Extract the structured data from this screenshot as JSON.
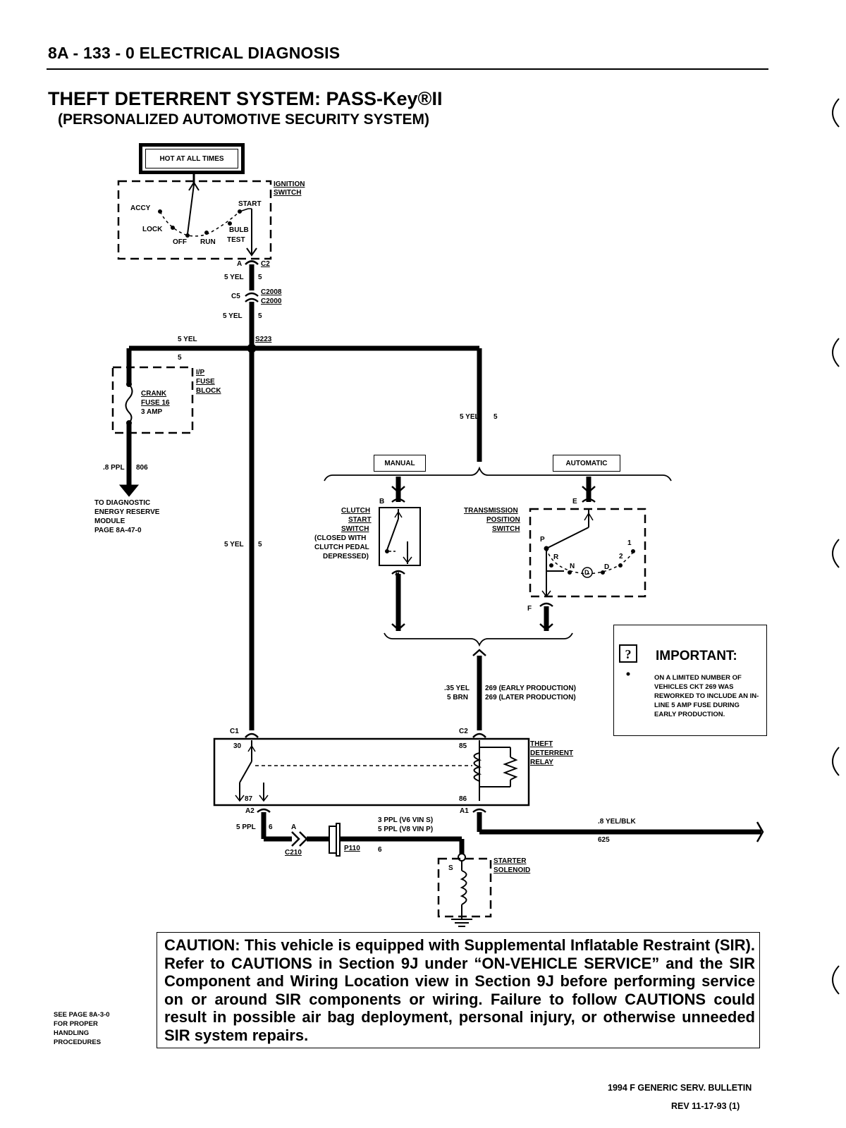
{
  "header": {
    "title": "8A - 133 - 0  ELECTRICAL DIAGNOSIS"
  },
  "diagram_title": {
    "title": "THEFT DETERRENT SYSTEM:  PASS-Key®II",
    "subtitle": "(PERSONALIZED AUTOMOTIVE SECURITY SYSTEM)"
  },
  "labels": {
    "hot_at_all_times": "HOT AT ALL TIMES",
    "ignition_switch_1": "IGNITION",
    "ignition_switch_2": "SWITCH",
    "accy": "ACCY",
    "lock": "LOCK",
    "off": "OFF",
    "run": "RUN",
    "start": "START",
    "bulb": "BULB",
    "test": "TEST",
    "conn_a": "A",
    "conn_c2": "C2",
    "wire_5yel_1": "5 YEL",
    "ckt_5_1": "5",
    "conn_c5": "C5",
    "c2008": "C2008",
    "c2000": "C2000",
    "wire_5yel_2": "5 YEL",
    "ckt_5_2": "5",
    "wire_5yel_3": "5 YEL",
    "s223": "S223",
    "ckt_5_3": "5",
    "ip_1": "I/P",
    "ip_2": "FUSE",
    "ip_3": "BLOCK",
    "crank": "CRANK",
    "fuse16": "FUSE 16",
    "amp3": "3 AMP",
    "wire_8ppl": ".8 PPL",
    "ckt_806": "806",
    "to_diag_1": "TO DIAGNOSTIC",
    "to_diag_2": "ENERGY RESERVE",
    "to_diag_3": "MODULE",
    "to_diag_4": "PAGE 8A-47-0",
    "wire_5yel_4": "5 YEL",
    "ckt_5_4": "5",
    "wire_5yel_5": "5 YEL",
    "ckt_5_5": "5",
    "manual": "MANUAL",
    "automatic": "AUTOMATIC",
    "conn_b": "B",
    "clutch_1": "CLUTCH",
    "clutch_2": "START",
    "clutch_3": "SWITCH",
    "clutch_4": "(CLOSED WITH",
    "clutch_5": "CLUTCH PEDAL",
    "clutch_6": "DEPRESSED)",
    "conn_a2": "A",
    "trans_1": "TRANSMISSION",
    "trans_2": "POSITION",
    "trans_3": "SWITCH",
    "conn_e": "E",
    "conn_f": "F",
    "gear_p": "P",
    "gear_r": "R",
    "gear_n": "N",
    "gear_d": "D",
    "gear_d2": "D",
    "gear_2": "2",
    "gear_1": "1",
    "wire_35yel": ".35 YEL",
    "wire_5brn": "5 BRN",
    "ckt_269_early": "269 (EARLY PRODUCTION)",
    "ckt_269_later": "269 (LATER PRODUCTION)",
    "conn_c1": "C1",
    "conn_c2b": "C2",
    "pin_30": "30",
    "pin_85": "85",
    "pin_87": "87",
    "pin_86": "86",
    "relay_1": "THEFT",
    "relay_2": "DETERRENT",
    "relay_3": "RELAY",
    "conn_a2b": "A2",
    "conn_a1": "A1",
    "wire_5ppl": "5 PPL",
    "ckt_6": "6",
    "conn_a3": "A",
    "c210": "C210",
    "p110": "P110",
    "wire_3ppl": "3 PPL  (V6 VIN S)",
    "wire_5ppl_v8": "5 PPL  (V8 VIN P)",
    "ckt_6b": "6",
    "wire_8yelblk": ".8 YEL/BLK",
    "ckt_625": "625",
    "solenoid_1": "STARTER",
    "solenoid_2": "SOLENOID",
    "sol_s": "S"
  },
  "important": {
    "title": "IMPORTANT:",
    "text": "ON A LIMITED NUMBER OF VEHICLES CKT 269 WAS REWORKED TO INCLUDE AN IN-LINE 5 AMP FUSE DURING EARLY PRODUCTION."
  },
  "caution": {
    "text": "CAUTION:   This vehicle is equipped with Supplemental Inflatable Restraint (SIR).  Refer to CAUTIONS in Section 9J under “ON-VEHICLE SERVICE” and the SIR Component and Wiring Location view in Section 9J before performing service on or around SIR components or wiring.  Failure to follow CAUTIONS could result in possible air bag deployment, personal injury, or otherwise unneeded SIR system repairs."
  },
  "see_page": "SEE PAGE 8A-3-0 FOR PROPER HANDLING PROCEDURES",
  "footer": {
    "bulletin": "1994 F GENERIC SERV. BULLETIN",
    "rev": "REV 11-17-93 (1)"
  }
}
